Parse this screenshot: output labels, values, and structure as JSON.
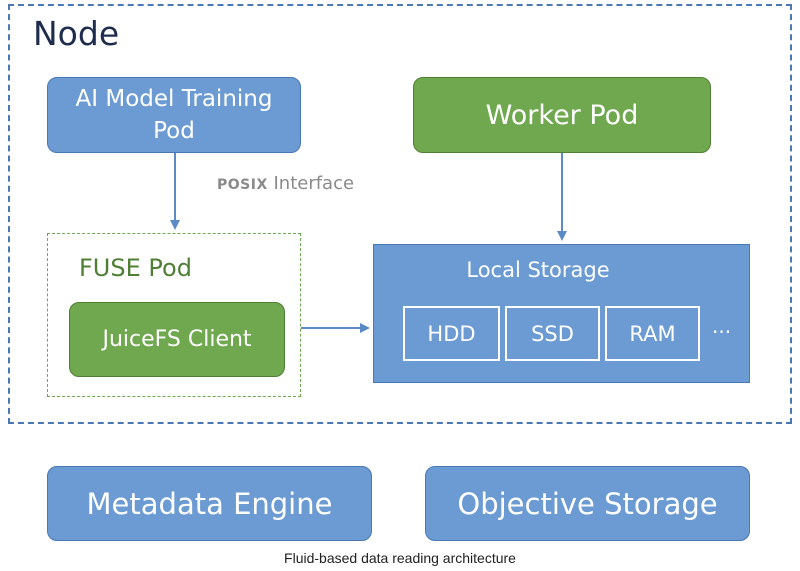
{
  "node": {
    "title": "Node"
  },
  "ai_pod": {
    "label": "AI Model Training Pod"
  },
  "worker_pod": {
    "label": "Worker Pod"
  },
  "posix": {
    "label_bold": "POSIX",
    "label_rest": " Interface"
  },
  "fuse_pod": {
    "title": "FUSE Pod",
    "client_label": "JuiceFS Client"
  },
  "local_storage": {
    "title": "Local Storage",
    "media": [
      "HDD",
      "SSD",
      "RAM"
    ],
    "more": "···"
  },
  "external": {
    "metadata_engine": "Metadata Engine",
    "objective_storage": "Objective Storage"
  },
  "caption": "Fluid-based data reading architecture",
  "colors": {
    "blue_fill": "#6b9bd2",
    "blue_border": "#4a78b5",
    "green_fill": "#70a84f",
    "green_border": "#4f7f35",
    "node_title": "#1f2d4d"
  }
}
